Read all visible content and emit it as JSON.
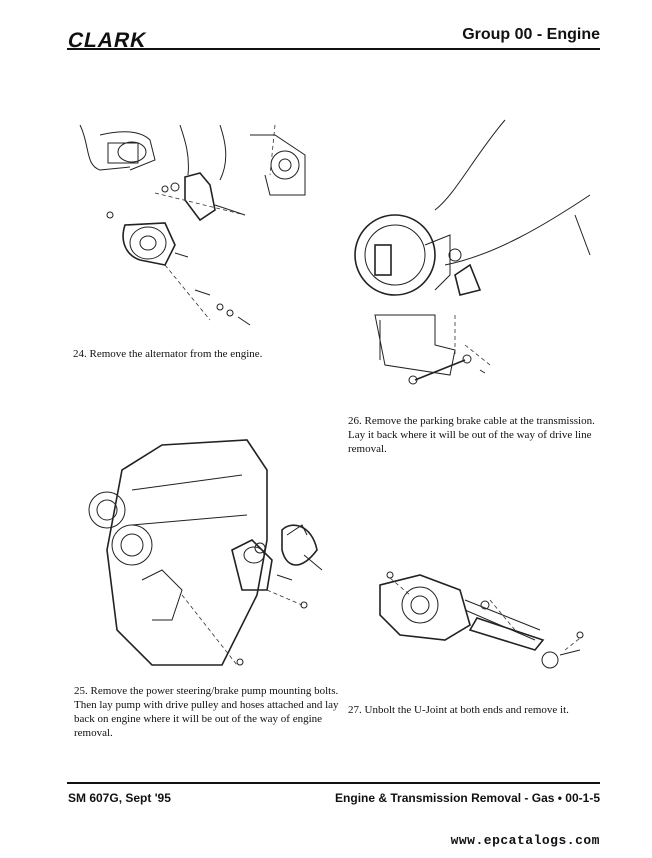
{
  "header": {
    "logo_text": "CLARK",
    "group_title": "Group 00 - Engine"
  },
  "steps": [
    {
      "caption": "24. Remove the alternator from the engine."
    },
    {
      "caption": "25. Remove the power steering/brake pump mounting bolts. Then lay pump with drive pulley and hoses attached and lay back on engine where it will be out of the way of engine removal."
    },
    {
      "caption": "26. Remove the parking brake cable at the transmission. Lay it back where it will be out of the way of drive line removal."
    },
    {
      "caption": "27. Unbolt the U-Joint at both ends and remove it."
    }
  ],
  "footer": {
    "left": "SM 607G, Sept '95",
    "right": "Engine & Transmission Removal - Gas  •  00-1-5",
    "website": "www.epcatalogs.com"
  }
}
